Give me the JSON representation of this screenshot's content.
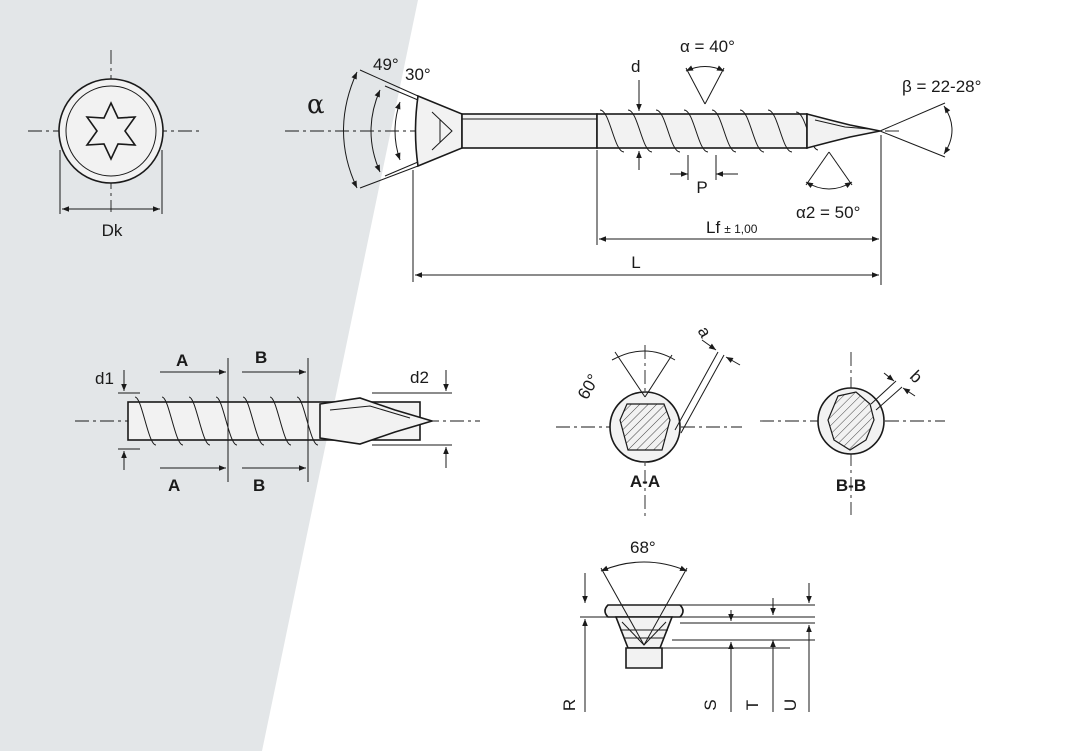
{
  "colors": {
    "background_panel": "#e3e6e8",
    "line": "#1a1a1a",
    "part_fill": "#f2f2f2"
  },
  "top_view": {
    "dk": "Dk"
  },
  "side_view": {
    "alpha": "α",
    "angle_49": "49°",
    "angle_30": "30°",
    "alpha_40": "α = 40°",
    "d": "d",
    "beta": "β = 22-28°",
    "p": "P",
    "alpha2": "α2 = 50°",
    "lf": "Lf",
    "lf_tol": "± 1,00",
    "l": "L"
  },
  "detail_view": {
    "d1": "d1",
    "d2": "d2",
    "a_top": "A",
    "a_bottom": "A",
    "b_top": "B",
    "b_bottom": "B"
  },
  "section_aa": {
    "title": "A-A",
    "angle_60": "60°",
    "a": "a"
  },
  "section_bb": {
    "title": "B-B",
    "b": "b"
  },
  "head_profile": {
    "angle_68": "68°",
    "r": "R",
    "s": "S",
    "t": "T",
    "u": "U"
  }
}
